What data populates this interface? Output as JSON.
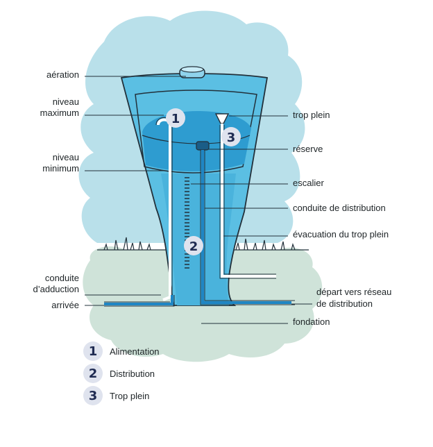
{
  "labels": {
    "aeration": "aération",
    "niveau_max_1": "niveau",
    "niveau_max_2": "maximum",
    "niveau_min_1": "niveau",
    "niveau_min_2": "minimum",
    "conduite_adduction_1": "conduite",
    "conduite_adduction_2": "d’adduction",
    "arrivee": "arrivée",
    "trop_plein": "trop plein",
    "reserve": "réserve",
    "escalier": "escalier",
    "conduite_distribution": "conduite de distribution",
    "evacuation": "évacuation du trop plein",
    "depart_1": "départ vers réseau",
    "depart_2": "de distribution",
    "fondation": "fondation"
  },
  "badges": [
    "1",
    "2",
    "3"
  ],
  "legend": [
    {
      "num": "1",
      "text": "Alimentation"
    },
    {
      "num": "2",
      "text": "Distribution"
    },
    {
      "num": "3",
      "text": "Trop plein"
    }
  ],
  "colors": {
    "sky": "#b9e0ea",
    "ground": "#cfe3d9",
    "tower": "#5bbfe3",
    "tower_dark": "#2e9cd0",
    "water": "#1f86c4",
    "outline": "#22303a",
    "badge_bg": "#dfe3ee",
    "badge_text": "#1f2b52"
  }
}
